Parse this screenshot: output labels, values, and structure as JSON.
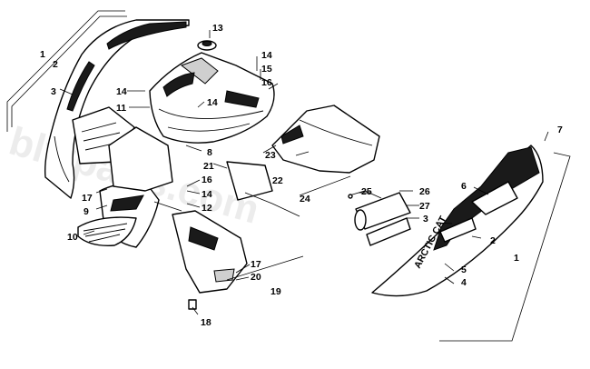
{
  "watermark": "blwparts.com",
  "callouts": {
    "c1_left": "1",
    "c2_left": "2",
    "c3_left": "3",
    "c4": "4",
    "c5": "5",
    "c6": "6",
    "c7": "7",
    "c8": "8",
    "c9": "9",
    "c10": "10",
    "c11": "11",
    "c12": "12",
    "c13": "13",
    "c14_a": "14",
    "c14_b": "14",
    "c14_c": "14",
    "c14_d": "14",
    "c15": "15",
    "c16_a": "16",
    "c16_b": "16",
    "c17_a": "17",
    "c17_b": "17",
    "c18": "18",
    "c19": "19",
    "c20": "20",
    "c21": "21",
    "c22": "22",
    "c23": "23",
    "c24": "24",
    "c25": "25",
    "c26": "26",
    "c27": "27",
    "c1_right": "1",
    "c2_right": "2",
    "c3_right": "3"
  },
  "decal_text": "ARCTIC CAT"
}
